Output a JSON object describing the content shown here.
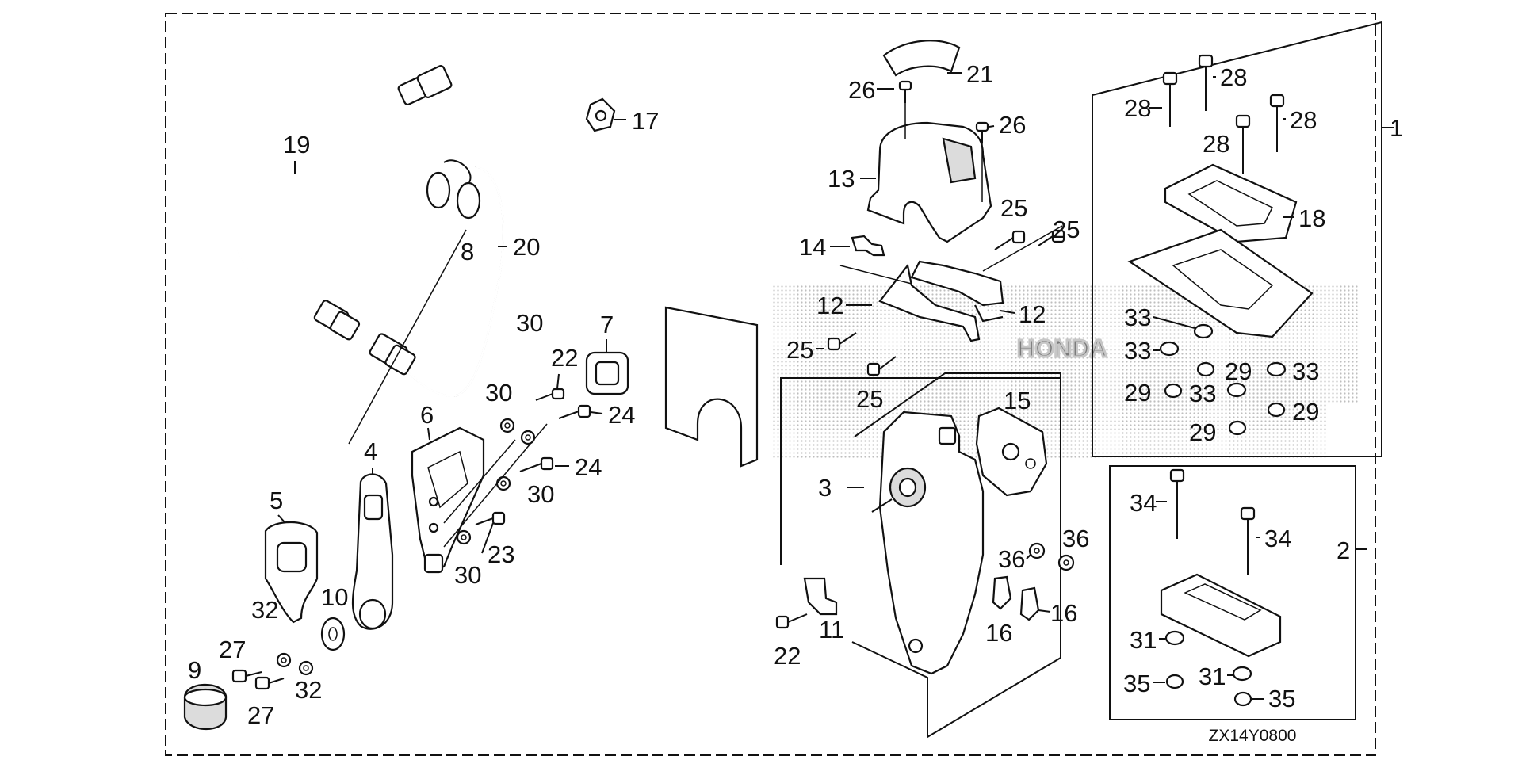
{
  "diagram_code": "ZX14Y0800",
  "watermark_text": "HONDA",
  "part_labels": {
    "p1": "1",
    "p2": "2",
    "p3": "3",
    "p4": "4",
    "p5": "5",
    "p6": "6",
    "p7": "7",
    "p8": "8",
    "p9": "9",
    "p10": "10",
    "p11": "11",
    "p12a": "12",
    "p12b": "12",
    "p13": "13",
    "p14": "14",
    "p15": "15",
    "p16a": "16",
    "p16b": "16",
    "p17": "17",
    "p18": "18",
    "p19": "19",
    "p20": "20",
    "p21": "21",
    "p22a": "22",
    "p22b": "22",
    "p23": "23",
    "p24a": "24",
    "p24b": "24",
    "p25a": "25",
    "p25b": "25",
    "p25c": "25",
    "p25d": "25",
    "p26a": "26",
    "p26b": "26",
    "p27a": "27",
    "p27b": "27",
    "p28a": "28",
    "p28b": "28",
    "p28c": "28",
    "p28d": "28",
    "p29a": "29",
    "p29b": "29",
    "p29c": "29",
    "p29d": "29",
    "p30a": "30",
    "p30b": "30",
    "p30c": "30",
    "p30d": "30",
    "p31a": "31",
    "p31b": "31",
    "p32a": "32",
    "p32b": "32",
    "p33a": "33",
    "p33b": "33",
    "p33c": "33",
    "p33d": "33",
    "p34a": "34",
    "p34b": "34",
    "p35a": "35",
    "p35b": "35",
    "p36a": "36",
    "p36b": "36"
  }
}
